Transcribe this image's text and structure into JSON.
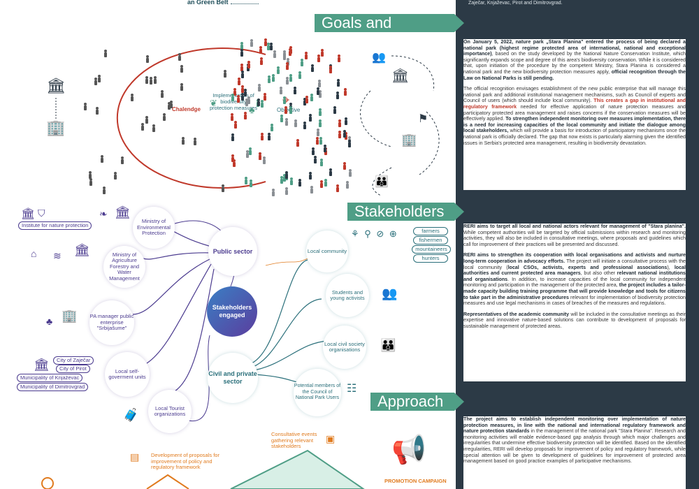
{
  "header": {
    "belt_label": "an Green Belt",
    "top_strip": "Zaječar, Knjaževac, Pirot and Dimitrovgrad."
  },
  "sections": {
    "goals": "Goals and objective",
    "stakeholders": "Stakeholders",
    "approach": "Approach"
  },
  "goals_diagram": {
    "challenge": "Chalendge",
    "objective": "Objective",
    "implementation": "Implementation of biodiversity protection measures"
  },
  "stakeholders_diagram": {
    "center": "Stakeholders engaged",
    "public_sector": "Public sector",
    "civil_sector": "Civil and private sector",
    "public_items": [
      "Ministry of Environmental Protection",
      "Ministry of Agriculture Forestry and Water Management",
      "PA manager public enterprise \"Srbijašume\"",
      "Local self-goverment units",
      "Local Tourist organizations"
    ],
    "institute": "Institute for nature protection",
    "municipalities": [
      "City of Zaječar",
      "City of Pirot",
      "Municipality of Knjaževac",
      "Municipality of Dimitrovgrad"
    ],
    "civil_items": [
      "Local community",
      "Students and young activists",
      "Local civil society organisations",
      "Potential members of the Council of National Park Users"
    ],
    "community_tags": [
      "farmers",
      "fishermen",
      "mountaineers",
      "hunters"
    ]
  },
  "approach_diagram": {
    "proposals": "Development of proposals for improvement of policy and regulatory framework",
    "consultative": "Consultative events gathering relevant stakeholders",
    "promotion": "PROMOTION CAMPAIGN"
  },
  "text": {
    "goals_p1_a": "On January 5, 2022, nature park „Stara Planina\" entered the process of being declared a national park (highest regime protected area of international, national and exceptional importance)",
    "goals_p1_b": ", based on the study developed by the National Nature Conservation Institute, which significantly expands scope and degree of this area's biodiversity conservation. While it is considered that, upon initiation of the procedure by the competent Ministry, Stara Planina is considered a national park and the new biodiversity protection measures apply, ",
    "goals_p1_c": "official recognition through the Law on National Parks is still pending.",
    "goals_p2_a": "The official recognition envisages establishment of the new public enterprise that will manage this national park and additional institutional management mechanisms, such as Council of experts and Council of users (which should include local community). ",
    "goals_p2_b": "This creates a gap in institutional and regulatory framework",
    "goals_p2_c": " needed for effective application of nature protection measures and participatory protected area management and raises concerns if the conservation measures will be effectively applied. ",
    "goals_p2_d": "To strengthen independent monitoring over measures implementation, there is a need for increasing capacities of the local community and initiate the dialogue among local stakeholders,",
    "goals_p2_e": " which will provide a basis for introduction of participatory mechanisms once the national park is officially declared. The gap that now exists is particularly alarming given the identified issues in Serbia's protected area management, resulting in biodiversity devastation.",
    "stk_p1_a": "RERI aims to target all local and national actors relevant for management of \"Stara planina\".",
    "stk_p1_b": " While competent authorities will be targeted by official submissions within research and monitoring activities, they will also be included in consultative meetings, where proposals and guidelines which call for improvement of their practices will be presented and discussed.",
    "stk_p2_a": "RERI aims to strengthen its cooperation with local organisations and activists and nurture long-term cooperation in advocacy efforts.",
    "stk_p2_b": " The project will initiate a consultative process with the local community (",
    "stk_p2_c": "local CSOs, activists, experts and professional associations",
    "stk_p2_d": "), ",
    "stk_p2_e": "local authorities and current protected area managers",
    "stk_p2_f": ", but also other ",
    "stk_p2_g": "relevant national institutions and organisations",
    "stk_p2_h": ". In addition, to increase capacities of the local community for independent monitoring and participation in the management of the protected area, ",
    "stk_p2_i": "the project includes a tailor-made capacity building training programme that will provide knowledge and tools for citizens to take part in the administrative procedures",
    "stk_p2_j": " relevant for implementation of biodiversity protection measures and use legal mechanisms in cases of breaches of the measures and regulations.",
    "stk_p3_a": "Representatives of the academic community",
    "stk_p3_b": " will be included in the consultative meetings as their expertise and innovative nature-based solutions can contribute to development of proposals for sustainable management of protected areas.",
    "app_p1_a": "The project aims to establish independent monitoring over implementation of nature protection measures, in line with the national and international regulatory framework and nature protection standards",
    "app_p1_b": " in the management of the national park \"Stara Planina\". Research and monitoring activities will enable evidence-based gap analysis through which major challenges and irregularities that undermine effective biodiversity protection will be identified. Based on the identified irregularities, RERI will develop proposals for improvement of policy and regulatory framework, while special attention will be given to development of guidelines for improvement of protected area management based on good practice examples of participative mechanisms."
  },
  "colors": {
    "teal": "#4f9e86",
    "navy": "#2c3a46",
    "purple": "#4b3b8f",
    "red": "#c0392b",
    "orange": "#e07b1f"
  }
}
